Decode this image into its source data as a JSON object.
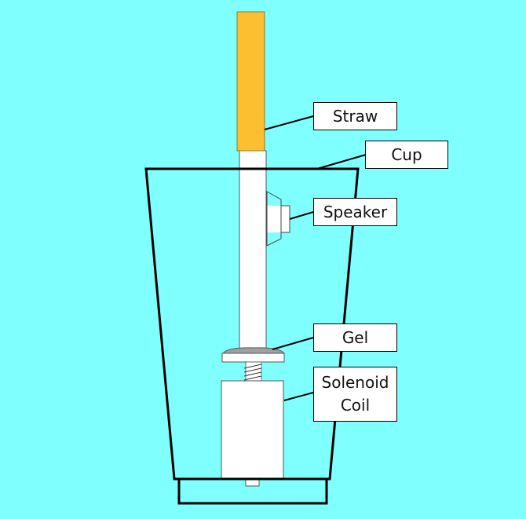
{
  "labels": {
    "straw": "Straw",
    "cup": "Cup",
    "speaker": "Speaker",
    "gel": "Gel",
    "solenoid_line1": "Solenoid",
    "solenoid_line2": "Coil"
  },
  "colors": {
    "background": "#80ffff",
    "straw_top": "#fbbf2f",
    "gel": "#a0a0a0"
  }
}
